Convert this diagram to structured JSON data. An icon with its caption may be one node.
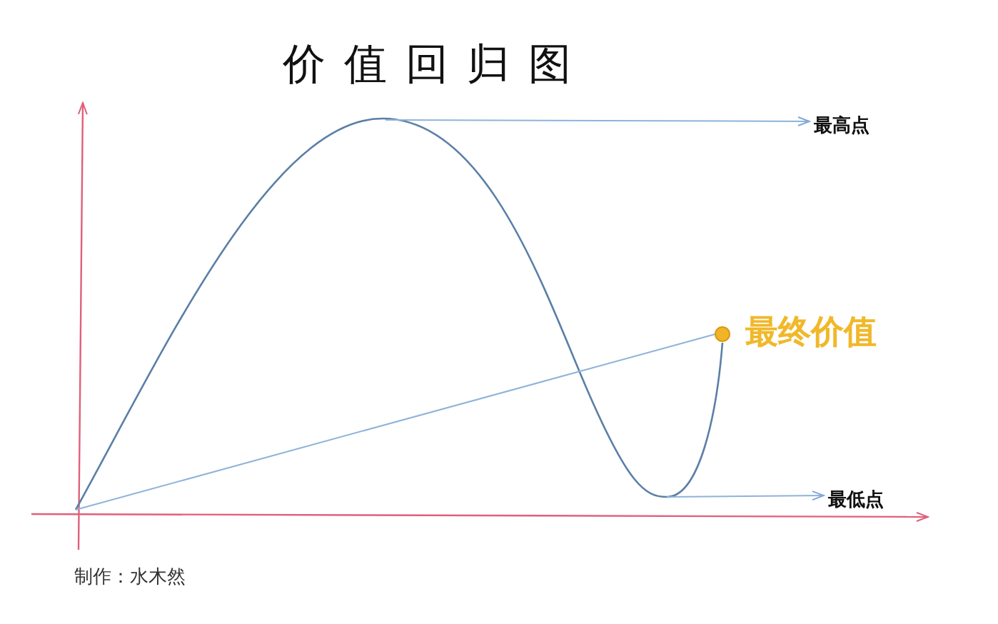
{
  "diagram": {
    "title": "价值回归图",
    "nodes": [
      {
        "text": [
          "最高点"
        ]
      },
      {
        "text": [
          "最低点"
        ]
      },
      {
        "text": [],
        "shape": "circle",
        "beside": [
          "最终价值"
        ]
      }
    ],
    "edges": [
      {
        "from": null,
        "to": 0,
        "arrow": "to"
      },
      {
        "from": null,
        "to": 1,
        "arrow": "to"
      },
      {
        "from": null,
        "to": 2,
        "arrow": "none"
      }
    ],
    "labels": [
      "制作：水木然"
    ]
  }
}
